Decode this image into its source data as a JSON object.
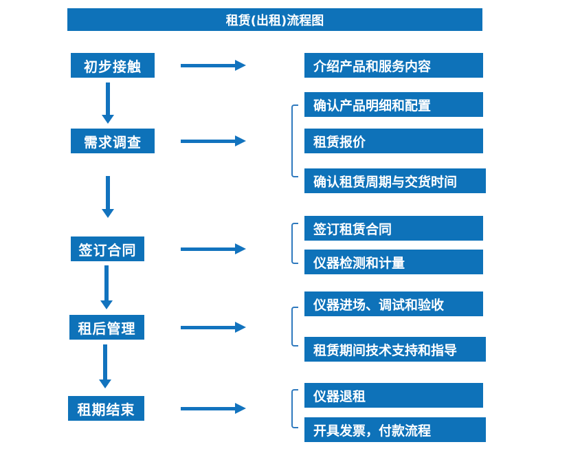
{
  "title": "租赁(出租)流程图",
  "colors": {
    "primary": "#0E72B9",
    "arrow": "#1273BE",
    "bracket": "#2E79BE"
  },
  "steps": [
    {
      "label": "初步接触",
      "outputs": [
        "介绍产品和服务内容"
      ]
    },
    {
      "label": "需求调查",
      "outputs": [
        "确认产品明细和配置",
        "租赁报价",
        "确认租赁周期与交货时间"
      ]
    },
    {
      "label": "签订合同",
      "outputs": [
        "签订租赁合同",
        "仪器检测和计量"
      ]
    },
    {
      "label": "租后管理",
      "outputs": [
        "仪器进场、调试和验收",
        "租赁期间技术支持和指导"
      ]
    },
    {
      "label": "租期结束",
      "outputs": [
        "仪器退租",
        "开具发票，付款流程"
      ]
    }
  ]
}
